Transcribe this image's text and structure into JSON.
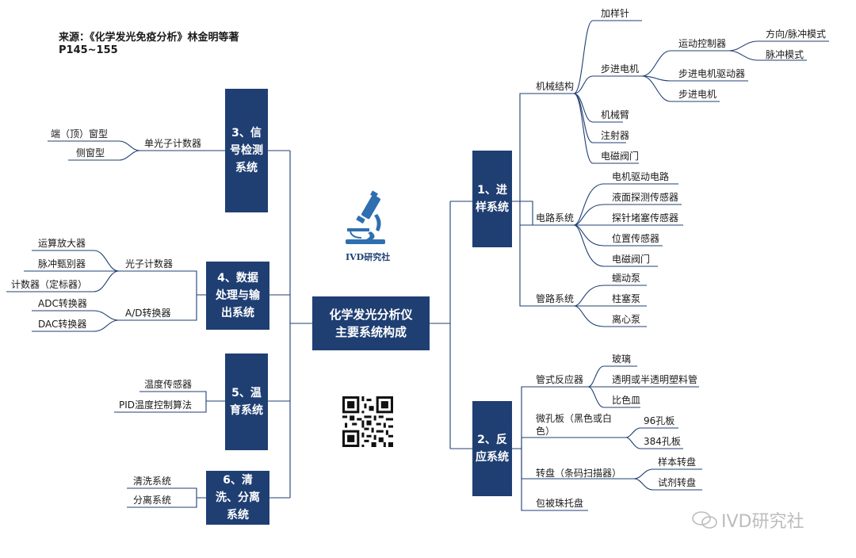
{
  "source": {
    "line1": "来源：《化学发光免疫分析》林金明等著",
    "line2": "P145~155"
  },
  "center": {
    "title": "化学发光分析仪\n主要系统构成"
  },
  "logo": {
    "caption": "IVD研究社"
  },
  "watermark": {
    "text": "IVD研究社"
  },
  "colors": {
    "box": "#1f3f73",
    "line": "#1f3f73"
  },
  "systems": {
    "s1": "1、进样系统",
    "s2": "2、反应系统",
    "s3": "3、信号检测系统",
    "s4": "4、数据处理与输出系统",
    "s5": "5、温育系统",
    "s6": "6、清洗、分离系统"
  },
  "right": {
    "mechanical": "机械结构",
    "sampling_needle": "加样针",
    "stepper_motor": "步进电机",
    "motion_controller": "运动控制器",
    "direction_pulse": "方向/脉冲模式",
    "pulse_mode": "脉冲模式",
    "stepper_driver": "步进电机驱动器",
    "stepper_motor2": "步进电机",
    "robot_arm": "机械臂",
    "syringe": "注射器",
    "solenoid_valve": "电磁阀门",
    "circuit": "电路系统",
    "motor_drive": "电机驱动电路",
    "level_sensor": "液面探测传感器",
    "clog_sensor": "探针堵塞传感器",
    "position_sensor": "位置传感器",
    "solenoid_valve2": "电磁阀门",
    "pipeline": "管路系统",
    "peristaltic": "蠕动泵",
    "piston": "柱塞泵",
    "centrifugal": "离心泵",
    "tube_reactor": "管式反应器",
    "glass": "玻璃",
    "plastic_tube": "透明或半透明塑料管",
    "cuvette": "比色皿",
    "microplate": "微孔板（黑色或白色）",
    "plate96": "96孔板",
    "plate384": "384孔板",
    "turntable": "转盘（条码扫描器）",
    "sample_disk": "样本转盘",
    "reagent_disk": "试剂转盘",
    "bead_tray": "包被珠托盘"
  },
  "left": {
    "single_photon": "单光子计数器",
    "end_window": "端（顶）窗型",
    "side_window": "侧窗型",
    "photon_counter": "光子计数器",
    "op_amp": "运算放大器",
    "pulse_disc": "脉冲甄别器",
    "counter": "计数器（定标器）",
    "ad": "A/D转换器",
    "adc": "ADC转换器",
    "dac": "DAC转换器",
    "temp_sensor": "温度传感器",
    "pid": "PID温度控制算法",
    "cleaning": "清洗系统",
    "separation": "分离系统"
  }
}
